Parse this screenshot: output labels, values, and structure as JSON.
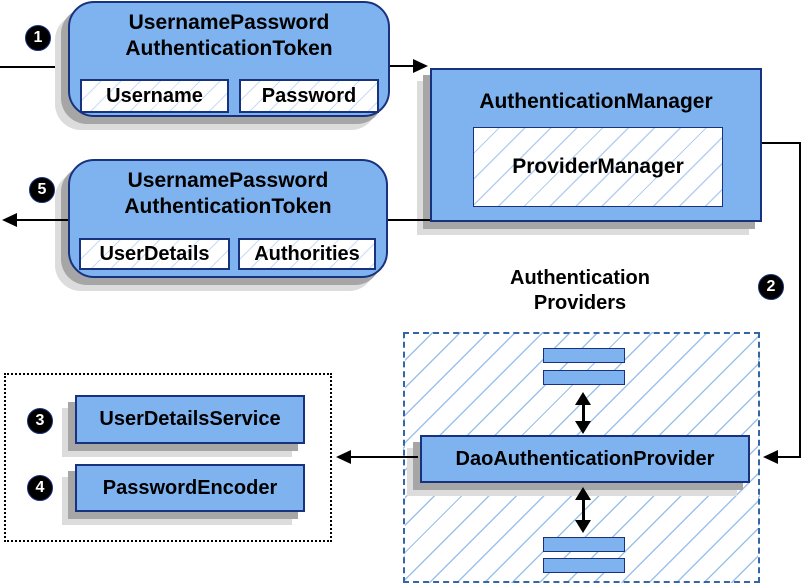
{
  "steps": {
    "one": "1",
    "two": "2",
    "three": "3",
    "four": "4",
    "five": "5"
  },
  "request_token": {
    "title": [
      "UsernamePassword",
      "AuthenticationToken"
    ],
    "fields": [
      "Username",
      "Password"
    ]
  },
  "authentication_manager": {
    "title": "AuthenticationManager",
    "inner": "ProviderManager"
  },
  "response_token": {
    "title": [
      "UsernamePassword",
      "AuthenticationToken"
    ],
    "fields": [
      "UserDetails",
      "Authorities"
    ]
  },
  "authentication_providers": {
    "heading": [
      "Authentication",
      "Providers"
    ],
    "provider": "DaoAuthenticationProvider"
  },
  "services": {
    "items": [
      "UserDetailsService",
      "PasswordEncoder"
    ]
  },
  "colors": {
    "box_fill": "#7eb3f0",
    "box_border": "#19327d",
    "hatch_line": "#9cc2ec",
    "dashed_border": "#3465a4",
    "dotted_border": "#000000",
    "shadow_dark": "#a6a6a6",
    "shadow_light": "#dcdcdc",
    "line": "#000000",
    "badge_bg": "#000000",
    "badge_text": "#ffffff"
  }
}
